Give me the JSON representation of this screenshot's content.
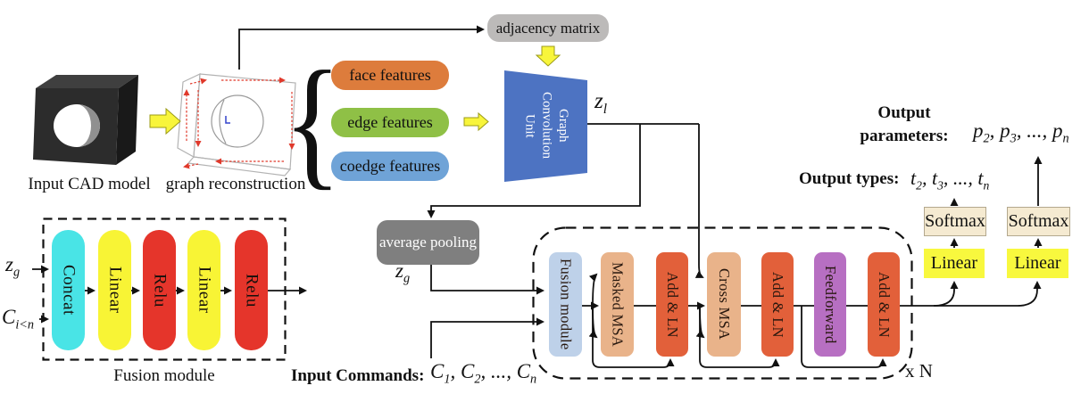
{
  "labels": {
    "input_cad": "Input CAD model",
    "graph_reconstruction": "graph reconstruction",
    "fusion_module_caption": "Fusion module",
    "input_commands": "Input Commands:",
    "output_types": "Output types:",
    "output_parameters": "Output parameters:",
    "repeat": "x N"
  },
  "math": {
    "z_l": "z_l",
    "z_g_pool": "z_g",
    "z_g_fusion": "z_g",
    "c_subset": "C_{i<n}",
    "commands_seq": "C_1, C_2, ..., C_n",
    "types_seq": "t_2, t_3, ..., t_n",
    "params_seq": "p_2, p_3, ..., p_n"
  },
  "nodes": {
    "adjacency_matrix": "adjacency matrix",
    "average_pooling": "average pooling",
    "features": [
      "face features",
      "edge features",
      "coedge features"
    ],
    "gcu": [
      "Graph",
      "Convolution",
      "Unit"
    ],
    "fusion_pills": [
      "Concat",
      "Linear",
      "Relu",
      "Linear",
      "Relu"
    ],
    "decoder_blocks": [
      "Fusion module",
      "Masked MSA",
      "Add & LN",
      "Cross MSA",
      "Add & LN",
      "Feedforward",
      "Add & LN"
    ],
    "linear_head": "Linear",
    "softmax_head": "Softmax"
  },
  "colors": {
    "face_feature": "#dd7c3c",
    "edge_feature": "#8fc046",
    "coedge_feature": "#6fa3d7",
    "adjacency_gray": "#bcbab9",
    "pooling_gray": "#7f7f7f",
    "gcu_blue": "#4d73c2",
    "concat_cyan": "#49e4e6",
    "linear_yellow": "#f8f435",
    "relu_red": "#e5352b",
    "fusion_lightblue": "#bed1e9",
    "msa_tan": "#e9b38a",
    "addln_orange": "#e2603a",
    "feedforward_purple": "#b76fc2",
    "softmax_cream": "#f5ead1",
    "head_yellow": "#f8f83e",
    "block_arrow_yellow": "#f8f53b"
  }
}
